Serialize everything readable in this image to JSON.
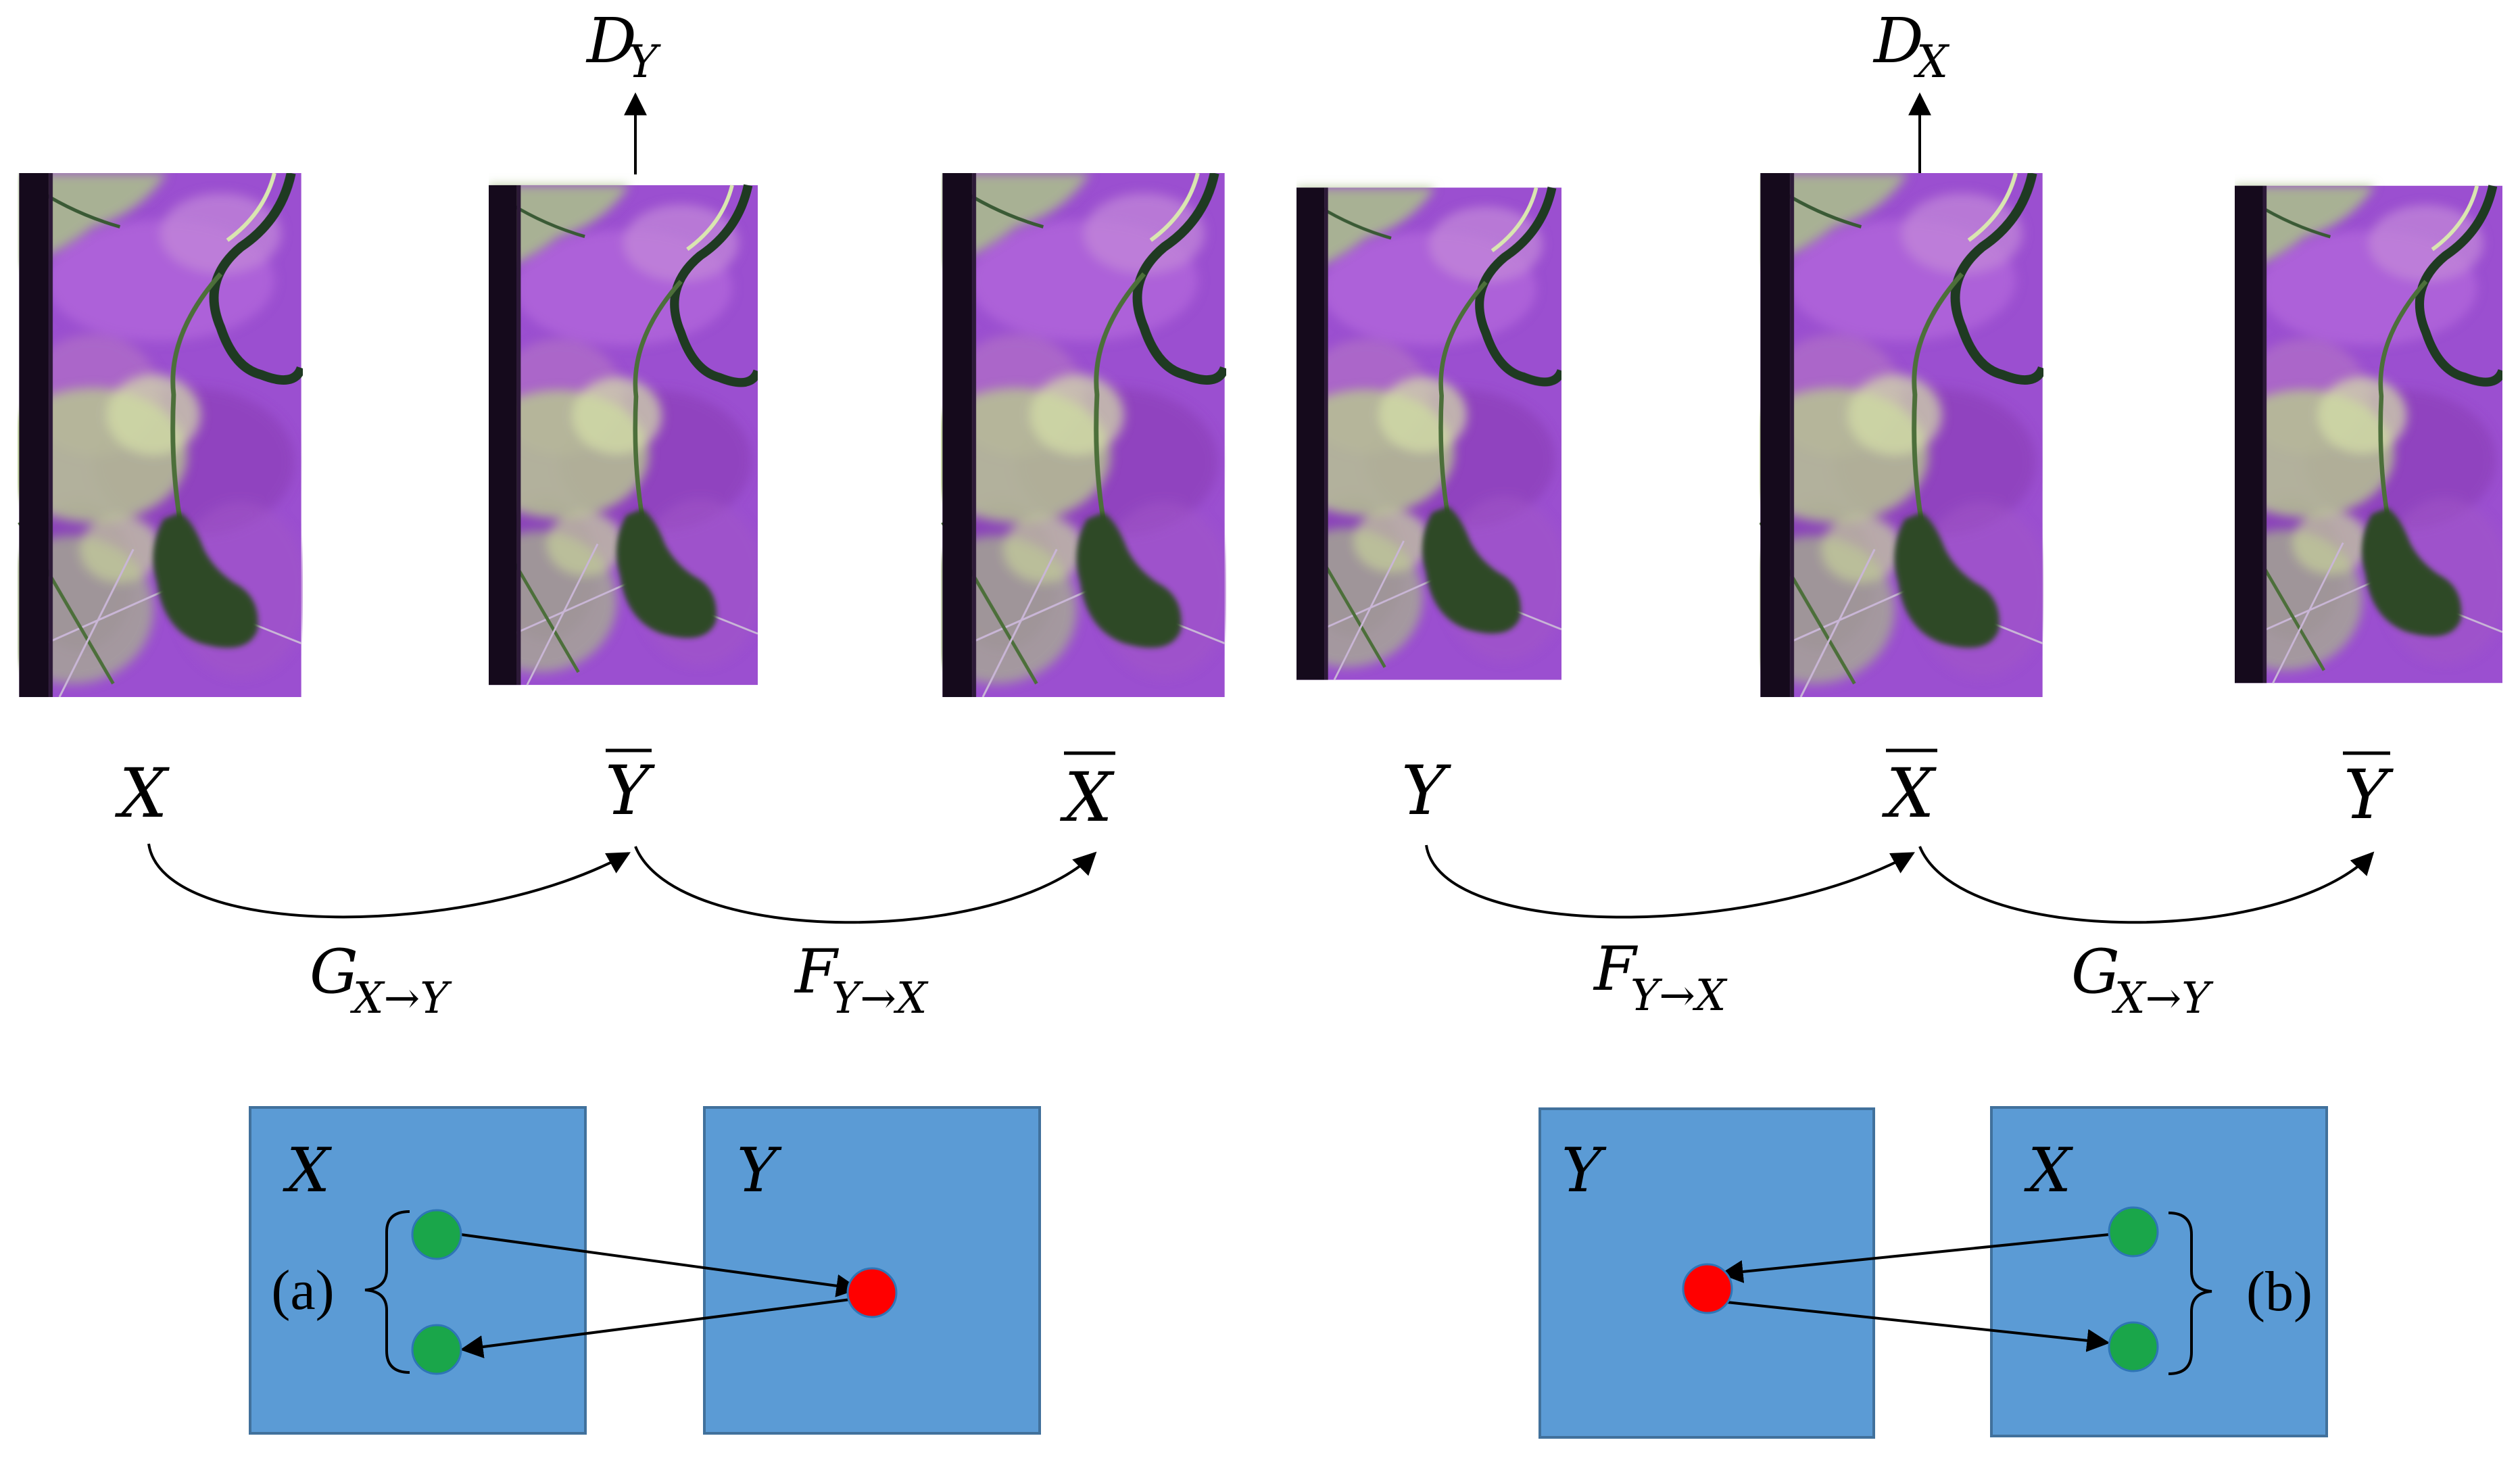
{
  "top": {
    "discriminator_left": {
      "base": "D",
      "sub": "Y"
    },
    "discriminator_right": {
      "base": "D",
      "sub": "X"
    }
  },
  "images": [
    {
      "label": "X",
      "bar": false
    },
    {
      "label": "Y",
      "bar": true
    },
    {
      "label": "X",
      "bar": true
    },
    {
      "label": "Y",
      "bar": false
    },
    {
      "label": "X",
      "bar": true
    },
    {
      "label": "Y",
      "bar": true
    }
  ],
  "mappings": [
    {
      "base": "G",
      "sub": "X→Y"
    },
    {
      "base": "F",
      "sub": "Y→X"
    },
    {
      "base": "F",
      "sub": "Y→X"
    },
    {
      "base": "G",
      "sub": "X→Y"
    }
  ],
  "bottom": {
    "left": {
      "box1_label": "X",
      "box2_label": "Y",
      "tag": "(a)"
    },
    "right": {
      "box1_label": "Y",
      "box2_label": "X",
      "tag": "(b)"
    }
  },
  "colors": {
    "box_fill": "#5b9bd5",
    "box_stroke": "#41719c",
    "point_green": "#1aa64a",
    "point_red": "#ff0000",
    "satellite_purple": "#9b4fd0",
    "satellite_green": "#aac28a",
    "lake": "#2e4a26"
  }
}
